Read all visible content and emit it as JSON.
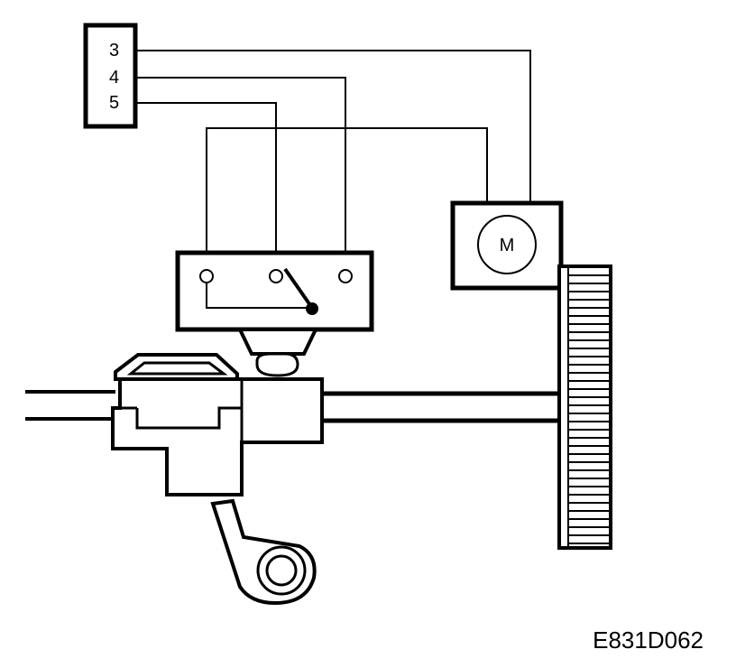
{
  "connector": {
    "pins": [
      "3",
      "4",
      "5"
    ]
  },
  "motor": {
    "label": "M"
  },
  "figure_code": "E831D062"
}
